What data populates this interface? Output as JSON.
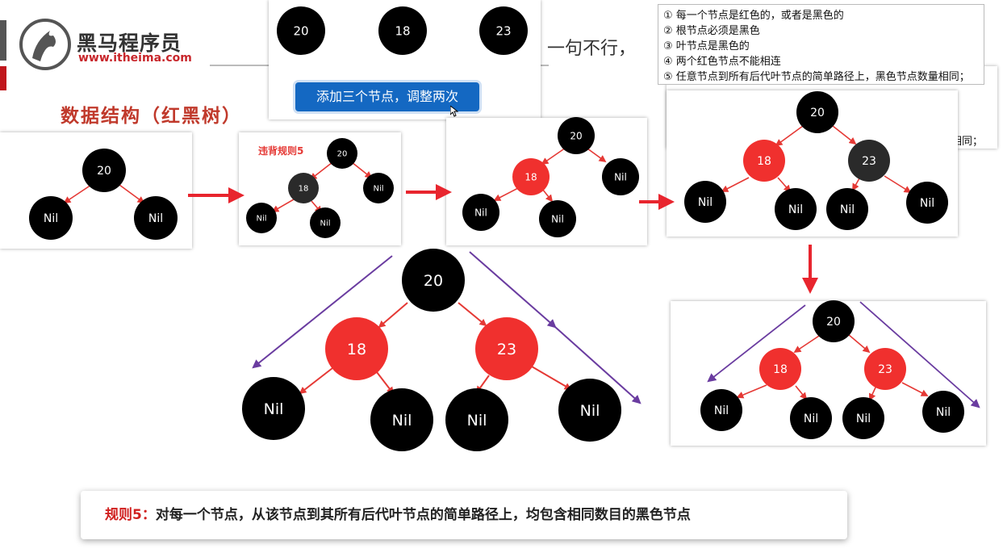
{
  "logo": {
    "name": "黑马程序员",
    "url": "www.itheima.com"
  },
  "title": "数据结构（红黑树）",
  "background_text": "一句不行，",
  "button_label": "添加三个节点，调整两次",
  "rules": [
    "① 每一个节点是红色的，或者是黑色的",
    "② 根节点必须是黑色",
    "③ 叶节点是黑色的",
    "④ 两个红色节点不能相连",
    "⑤ 任意节点到所有后代叶节点的简单路径上，黑色节点数量相同；"
  ],
  "rules_overflow_text": "量相同；",
  "violation_label": "违背规则5",
  "caption": {
    "label": "规则5：",
    "text": "对每一个节点，从该节点到其所有后代叶节点的简单路径上，均包含相同数目的黑色节点"
  },
  "colors": {
    "black_node": "#000000",
    "red_node": "#f0302e",
    "dark_node": "#2a2a2a",
    "edge": "#e53935",
    "path_arrow": "#6a3ca0",
    "flow_arrow": "#e8252e"
  },
  "popup_nodes": [
    "20",
    "18",
    "23"
  ],
  "nil_label": "Nil",
  "trees": {
    "t1": [
      "20"
    ],
    "t2": [
      "20",
      "18"
    ],
    "t3": [
      "20",
      "18"
    ],
    "t4": [
      "20",
      "18",
      "23"
    ],
    "t5": [
      "20",
      "18",
      "23"
    ],
    "big": [
      "20",
      "18",
      "23"
    ]
  }
}
